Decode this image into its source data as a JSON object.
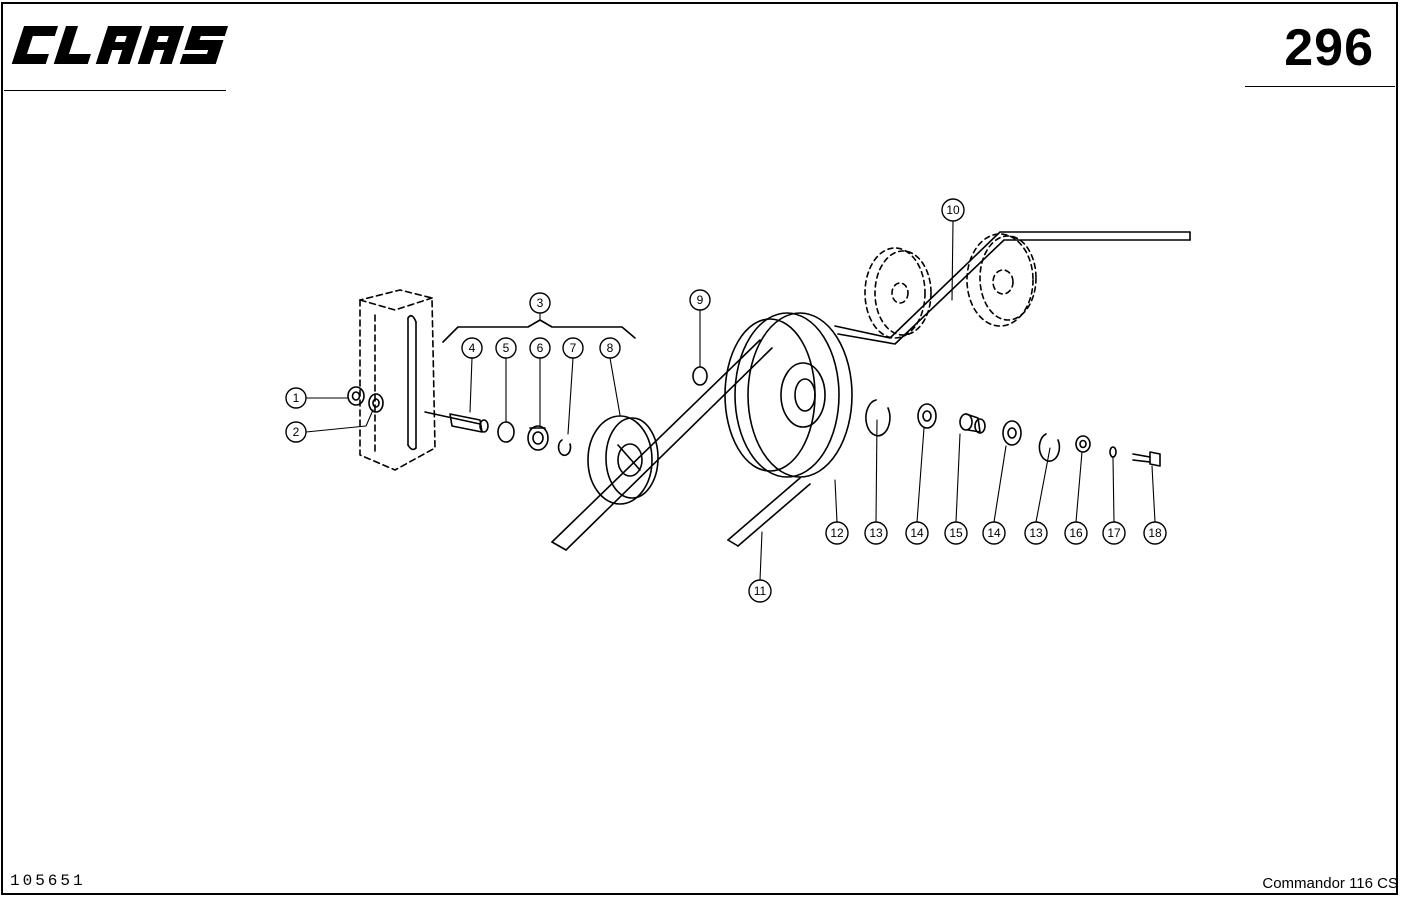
{
  "header": {
    "brand": "CLAAS",
    "page_number": "296"
  },
  "footer": {
    "drawing_number": "105651",
    "model": "Commandor 116 CS"
  },
  "callouts": [
    {
      "id": "c1",
      "label": "1"
    },
    {
      "id": "c2",
      "label": "2"
    },
    {
      "id": "c3",
      "label": "3"
    },
    {
      "id": "c4",
      "label": "4"
    },
    {
      "id": "c5",
      "label": "5"
    },
    {
      "id": "c6",
      "label": "6"
    },
    {
      "id": "c7",
      "label": "7"
    },
    {
      "id": "c8",
      "label": "8"
    },
    {
      "id": "c9",
      "label": "9"
    },
    {
      "id": "c10",
      "label": "10"
    },
    {
      "id": "c11",
      "label": "11"
    },
    {
      "id": "c12",
      "label": "12"
    },
    {
      "id": "c13a",
      "label": "13"
    },
    {
      "id": "c14a",
      "label": "14"
    },
    {
      "id": "c15",
      "label": "15"
    },
    {
      "id": "c14b",
      "label": "14"
    },
    {
      "id": "c13b",
      "label": "13"
    },
    {
      "id": "c16",
      "label": "16"
    },
    {
      "id": "c17",
      "label": "17"
    },
    {
      "id": "c18",
      "label": "18"
    }
  ],
  "colors": {
    "ink": "#000000",
    "paper": "#ffffff"
  }
}
